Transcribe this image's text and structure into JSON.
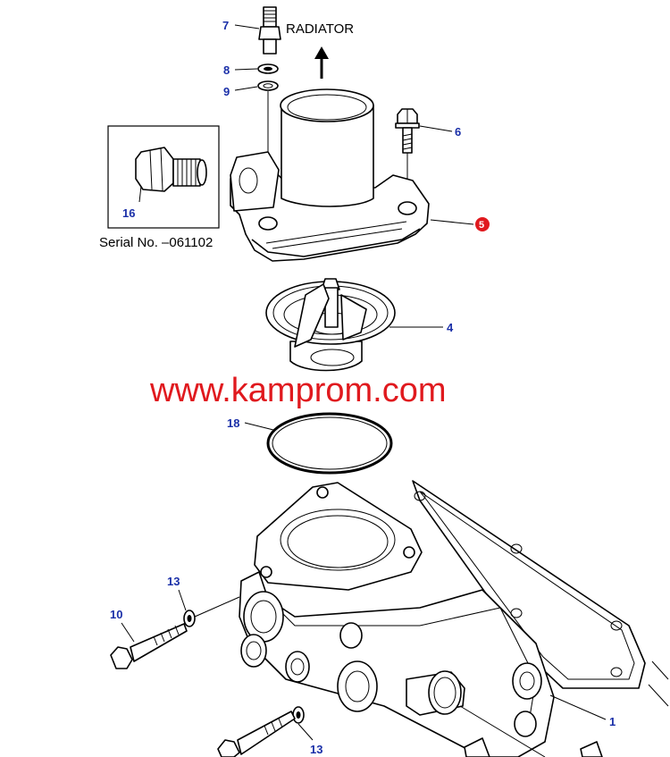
{
  "labels": {
    "radiator": "RADIATOR",
    "serial": "Serial No. –061102"
  },
  "watermark": "www.kamprom.com",
  "callouts": {
    "c7": "7",
    "c8": "8",
    "c9": "9",
    "c6": "6",
    "c16": "16",
    "c5": "5",
    "c4": "4",
    "c18": "18",
    "c13a": "13",
    "c10": "10",
    "c1": "1",
    "c13b": "13"
  },
  "colors": {
    "callout": "#1a2fa8",
    "watermark": "#e0191e",
    "highlight_badge": "#e0191e"
  }
}
